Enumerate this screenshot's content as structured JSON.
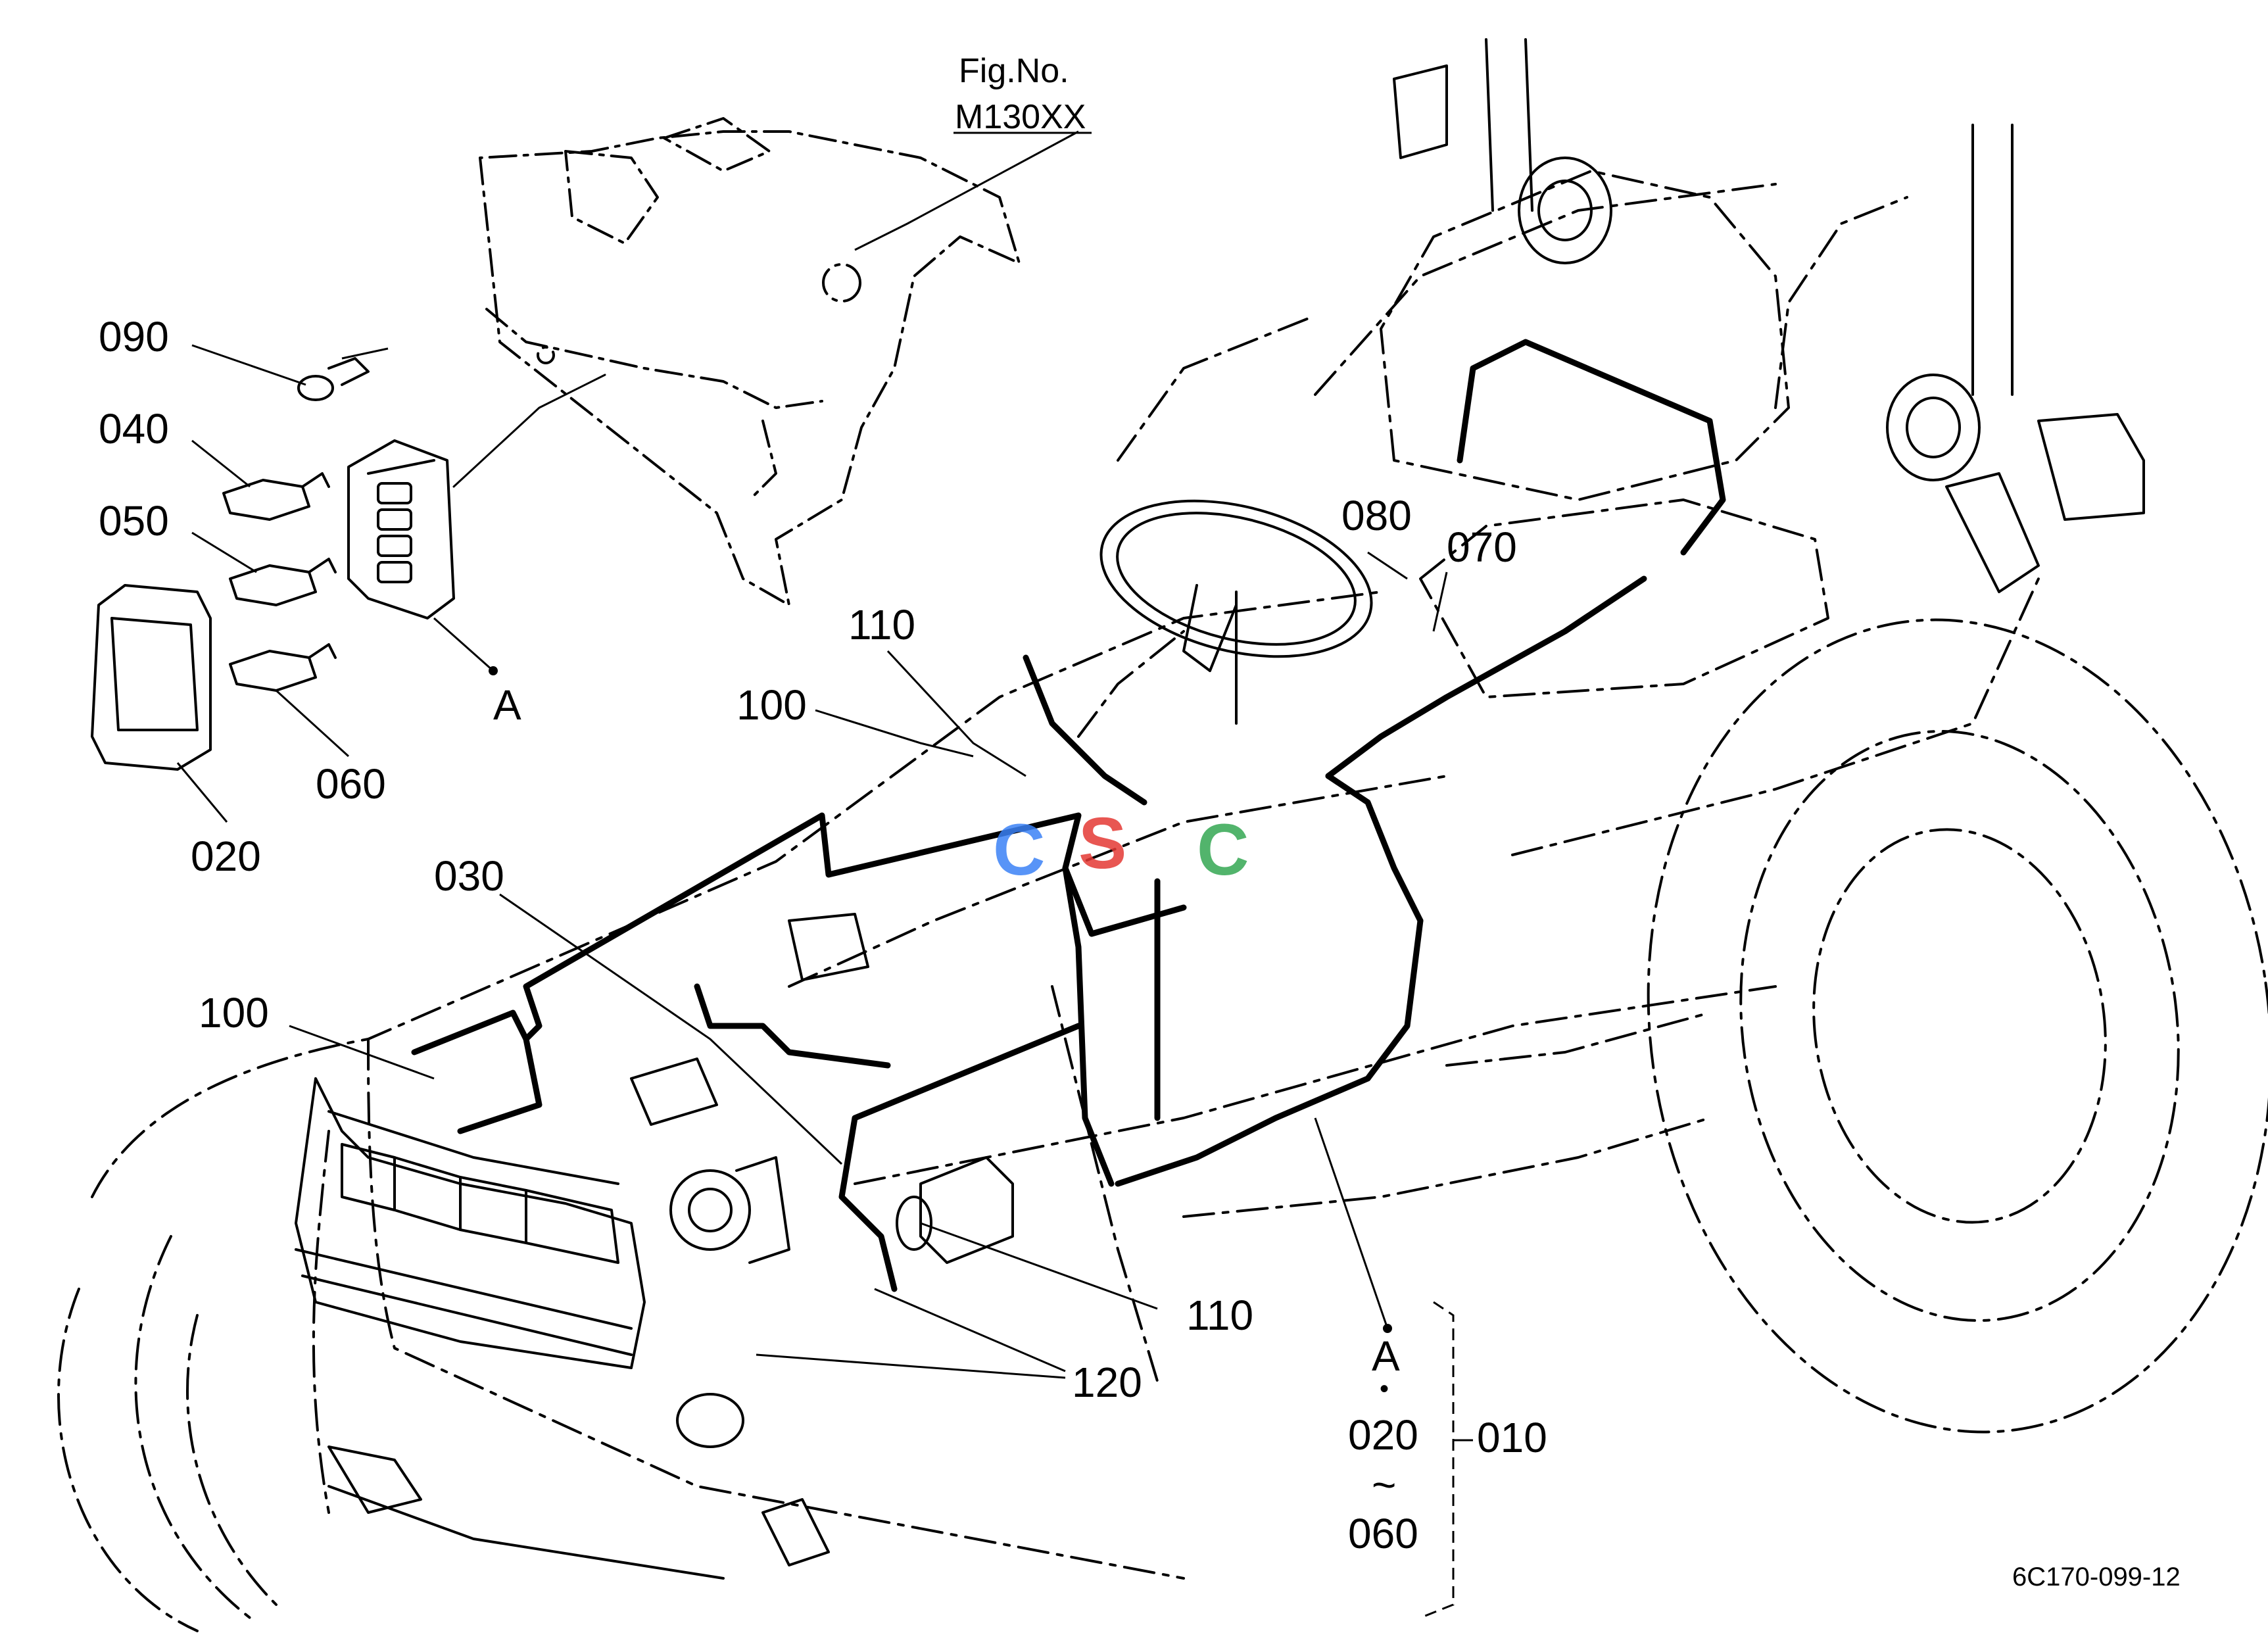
{
  "figure": {
    "fig_label": "Fig.No.",
    "fig_number": "M130XX",
    "image_code": "6C170-099-12"
  },
  "parts": {
    "p090": "090",
    "p040": "040",
    "p050": "050",
    "p060": "060",
    "p020": "020",
    "p030": "030",
    "p100_front": "100",
    "p100_upper": "100",
    "p110_upper": "110",
    "p110_lower": "110",
    "p080": "080",
    "p070": "070",
    "p120": "120",
    "ref_a_fusebox": "A",
    "ref_a_bracket": "A",
    "bracket_dot": "•",
    "bracket_020": "020",
    "bracket_tilde": "~",
    "bracket_060": "060",
    "bracket_010": "010"
  },
  "watermark": {
    "letters": [
      "C",
      "S",
      "C"
    ],
    "colors": [
      "#3b82f6",
      "#e53935",
      "#f5b800",
      "#34a853"
    ]
  }
}
